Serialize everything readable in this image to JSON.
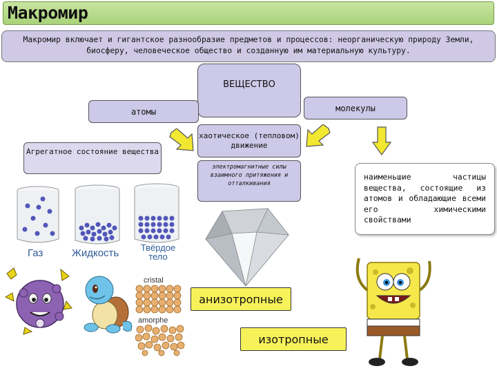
{
  "title": "Макромир",
  "intro": "Макромир включает и гигантское разнообразие предметов и процессов: неорганическую природу Земли, биосферу, человеческое общество и созданную им материальную культуру.",
  "substance_label": "ВЕЩЕСТВО",
  "atoms_label": "атомы",
  "molecules_label": "молекулы",
  "aggregate_label": "Агрегатное состояние вещества",
  "chaotic_label": "хаотическое (тепловом) движение",
  "forces_label": "электромагнитные силы взаимного притяжения и отталкивания",
  "molecule_desc": "наименьшие частицы вещества, состоящие из атомов и обладающие всеми его химическими свойствами",
  "states": {
    "gas": "Газ",
    "liquid": "Жидкость",
    "solid": "Твёрдое тело"
  },
  "cristal_label": "cristal",
  "amorphe_label": "amorphe",
  "anisotropic_label": "анизотропные",
  "isotropic_label": "изотропные",
  "colors": {
    "title_bg": "#a9d37a",
    "box_bg": "#cdc9e8",
    "arrow": "#f2e832",
    "highlight": "#f7f25a",
    "state_text": "#2f5d99"
  }
}
